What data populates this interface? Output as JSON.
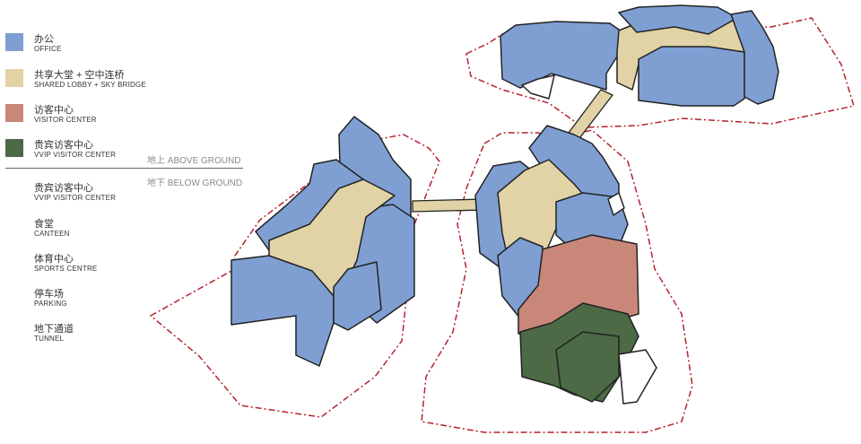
{
  "legend": {
    "above_items": [
      {
        "zh": "办公",
        "en": "OFFICE",
        "color": "#7f9fd3"
      },
      {
        "zh": "共享大堂 + 空中连桥",
        "en": "SHARED LOBBY + SKY BRIDGE",
        "color": "#e1d3a6"
      },
      {
        "zh": "访客中心",
        "en": "VISITOR CENTER",
        "color": "#c98779"
      },
      {
        "zh": "贵宾访客中心",
        "en": "VVIP VISITOR CENTER",
        "color": "#4b6a45"
      }
    ],
    "above_label": "地上 ABOVE GROUND",
    "below_label": "地下 BELOW GROUND",
    "below_items": [
      {
        "zh": "贵宾访客中心",
        "en": "VVIP VISITOR CENTER"
      },
      {
        "zh": "食堂",
        "en": "CANTEEN"
      },
      {
        "zh": "体育中心",
        "en": "SPORTS CENTRE"
      },
      {
        "zh": "停车场",
        "en": "PARKING"
      },
      {
        "zh": "地下通道",
        "en": "TUNNEL"
      }
    ]
  }
}
